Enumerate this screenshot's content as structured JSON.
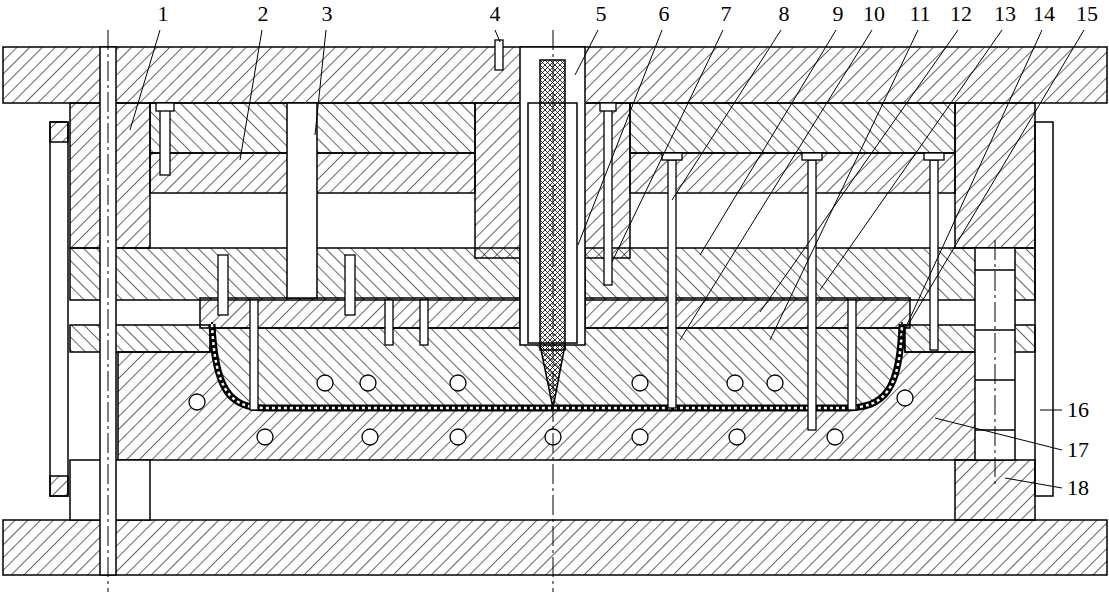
{
  "diagram": {
    "labels": [
      "1",
      "2",
      "3",
      "4",
      "5",
      "6",
      "7",
      "8",
      "9",
      "10",
      "11",
      "12",
      "13",
      "14",
      "15",
      "16",
      "17",
      "18"
    ]
  }
}
